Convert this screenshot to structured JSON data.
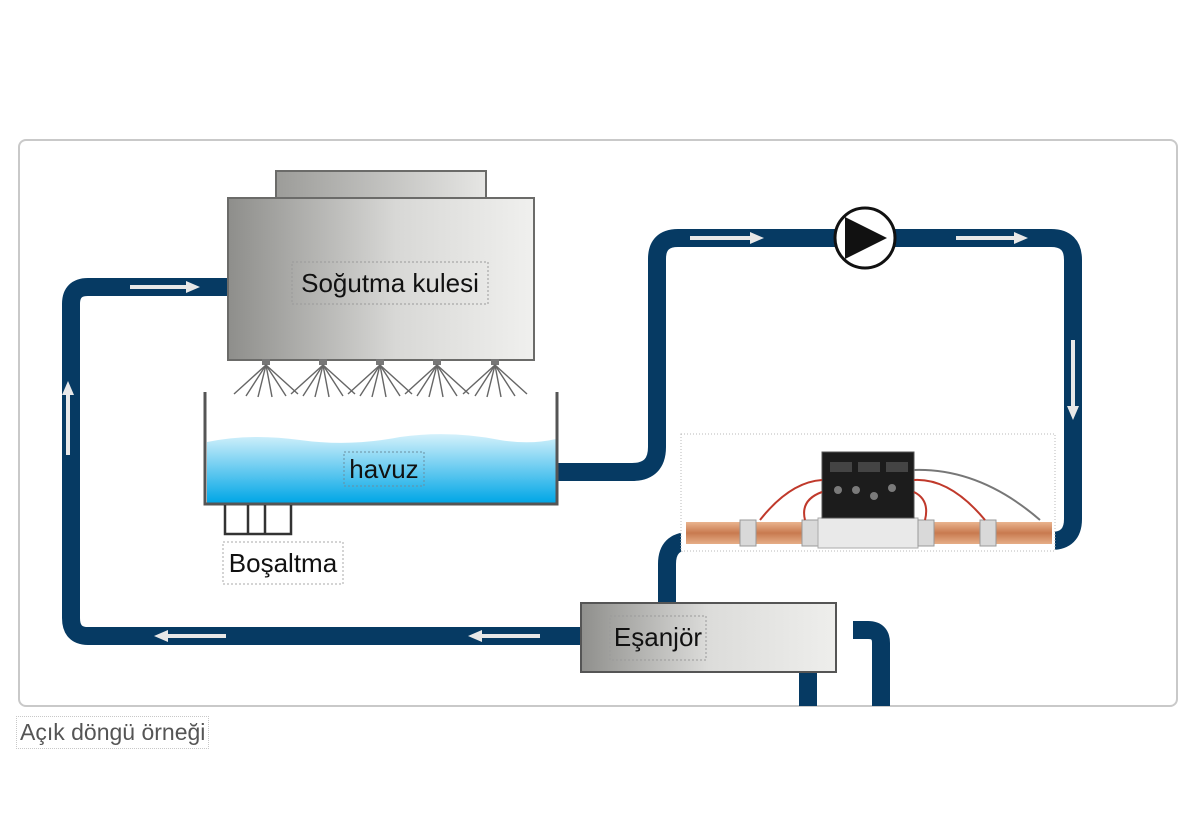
{
  "diagram": {
    "cooling_tower_label": "Soğutma kulesi",
    "basin_label": "havuz",
    "drain_label": "Boşaltma",
    "heat_exchanger_label": "Eşanjör",
    "caption": "Açık döngü örneği"
  },
  "colors": {
    "pipe": "#063a63",
    "arrow": "#e8e8e8",
    "water_top": "#cfeefa",
    "water_bottom": "#00a6e6",
    "tower_gray": "#a9a9a6",
    "frame_border": "#c9c9c9"
  },
  "icons": [
    "pump-icon",
    "spray-nozzle-icon",
    "water-treatment-device-icon",
    "flow-arrow-icon"
  ]
}
